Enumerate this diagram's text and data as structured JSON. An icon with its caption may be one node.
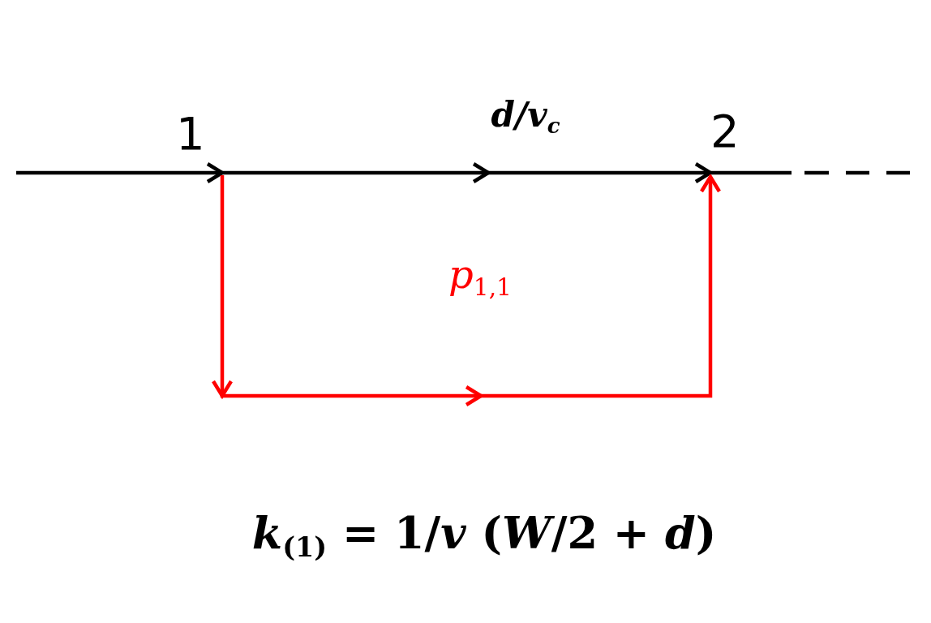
{
  "diagram": {
    "nodes": [
      {
        "text": [
          "1"
        ]
      },
      {
        "text": [
          "2"
        ]
      }
    ],
    "edges": [
      {
        "from": null,
        "to": 0,
        "arrow": "to"
      },
      {
        "from": 0,
        "to": 1,
        "arrow": "to",
        "label": "d/v$_{c}$"
      },
      {
        "from": 1,
        "to": null,
        "arrow": "none",
        "style": "dashed"
      },
      {
        "from": 0,
        "to": 1,
        "arrow": "to",
        "label": "*p*$_{1,1}$",
        "color": "#ff0000"
      }
    ],
    "labels": [
      "*k*$_{(1)}$ = 1/*v* (*W*/2 + *d*)"
    ]
  }
}
